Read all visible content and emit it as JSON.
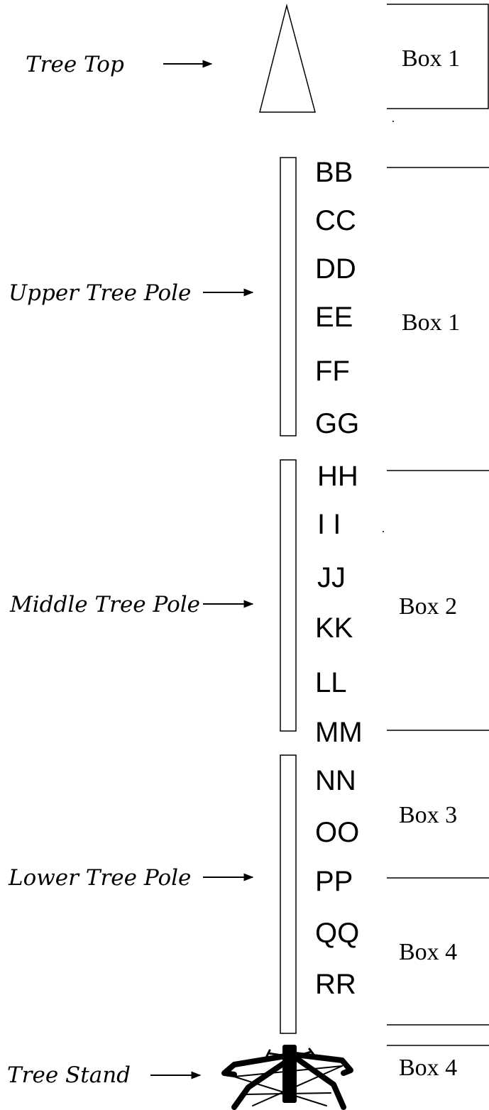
{
  "labels": {
    "tree_top": "Tree Top",
    "upper_pole": "Upper Tree Pole",
    "middle_pole": "Middle Tree Pole",
    "lower_pole": "Lower Tree Pole",
    "tree_stand": "Tree Stand"
  },
  "codes": {
    "upper": [
      "BB",
      "CC",
      "DD",
      "EE",
      "FF",
      "GG"
    ],
    "middle": [
      "HH",
      "I I",
      "JJ",
      "KK",
      "LL",
      "MM"
    ],
    "lower": [
      "NN",
      "OO",
      "PP",
      "QQ",
      "RR"
    ]
  },
  "boxes": {
    "tree_top": "Box 1",
    "upper": "Box 1",
    "middle": "Box 2",
    "lower_a": "Box 3",
    "lower_b": "Box 4",
    "stand": "Box 4"
  }
}
